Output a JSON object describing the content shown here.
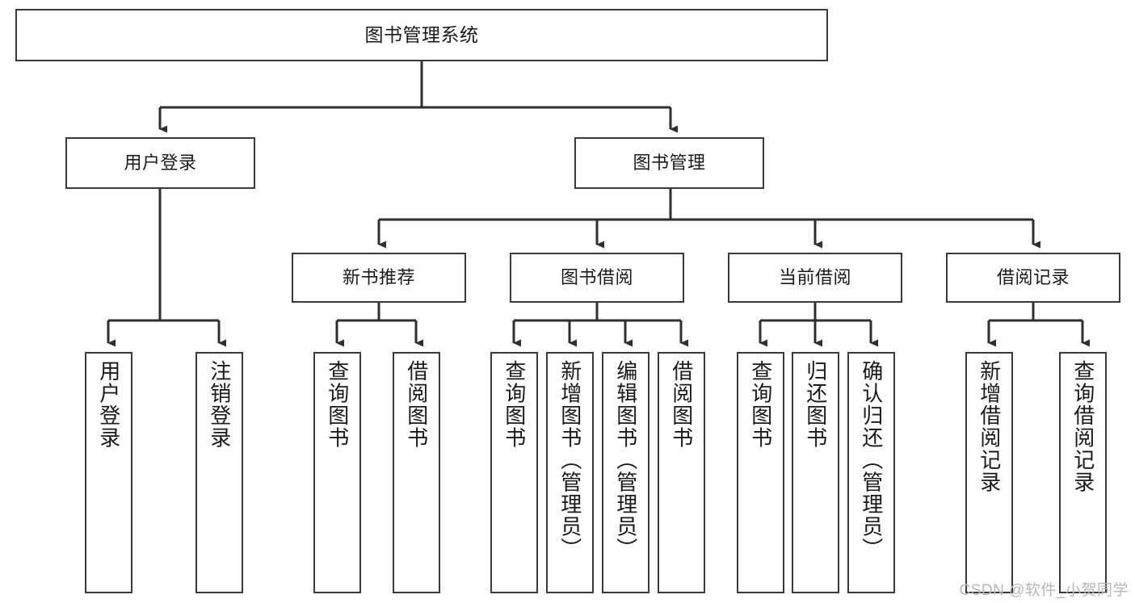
{
  "diagram": {
    "title": "图书管理系统",
    "type": "tree-hierarchy-chart",
    "line_color": "#3a3a3a",
    "box_fill": "#ffffff",
    "text_color": "#1a1a1a",
    "root": {
      "label": "图书管理系统"
    },
    "level2": [
      {
        "label": "用户登录"
      },
      {
        "label": "图书管理"
      }
    ],
    "level3": [
      {
        "label": "新书推荐"
      },
      {
        "label": "图书借阅"
      },
      {
        "label": "当前借阅"
      },
      {
        "label": "借阅记录"
      }
    ],
    "leaves": {
      "user_login": [
        {
          "label": "用户登录"
        },
        {
          "label": "注销登录"
        }
      ],
      "new_book_recommend": [
        {
          "label": "查询图书"
        },
        {
          "label": "借阅图书"
        }
      ],
      "book_borrow": [
        {
          "label": "查询图书"
        },
        {
          "label": "新增图书（管理员）"
        },
        {
          "label": "编辑图书（管理员）"
        },
        {
          "label": "借阅图书"
        }
      ],
      "current_borrow": [
        {
          "label": "查询图书"
        },
        {
          "label": "归还图书"
        },
        {
          "label": "确认归还（管理员）"
        }
      ],
      "borrow_record": [
        {
          "label": "新增借阅记录"
        },
        {
          "label": "查询借阅记录"
        }
      ]
    }
  },
  "watermark": {
    "text": "CSDN @软件_小贺同学"
  }
}
